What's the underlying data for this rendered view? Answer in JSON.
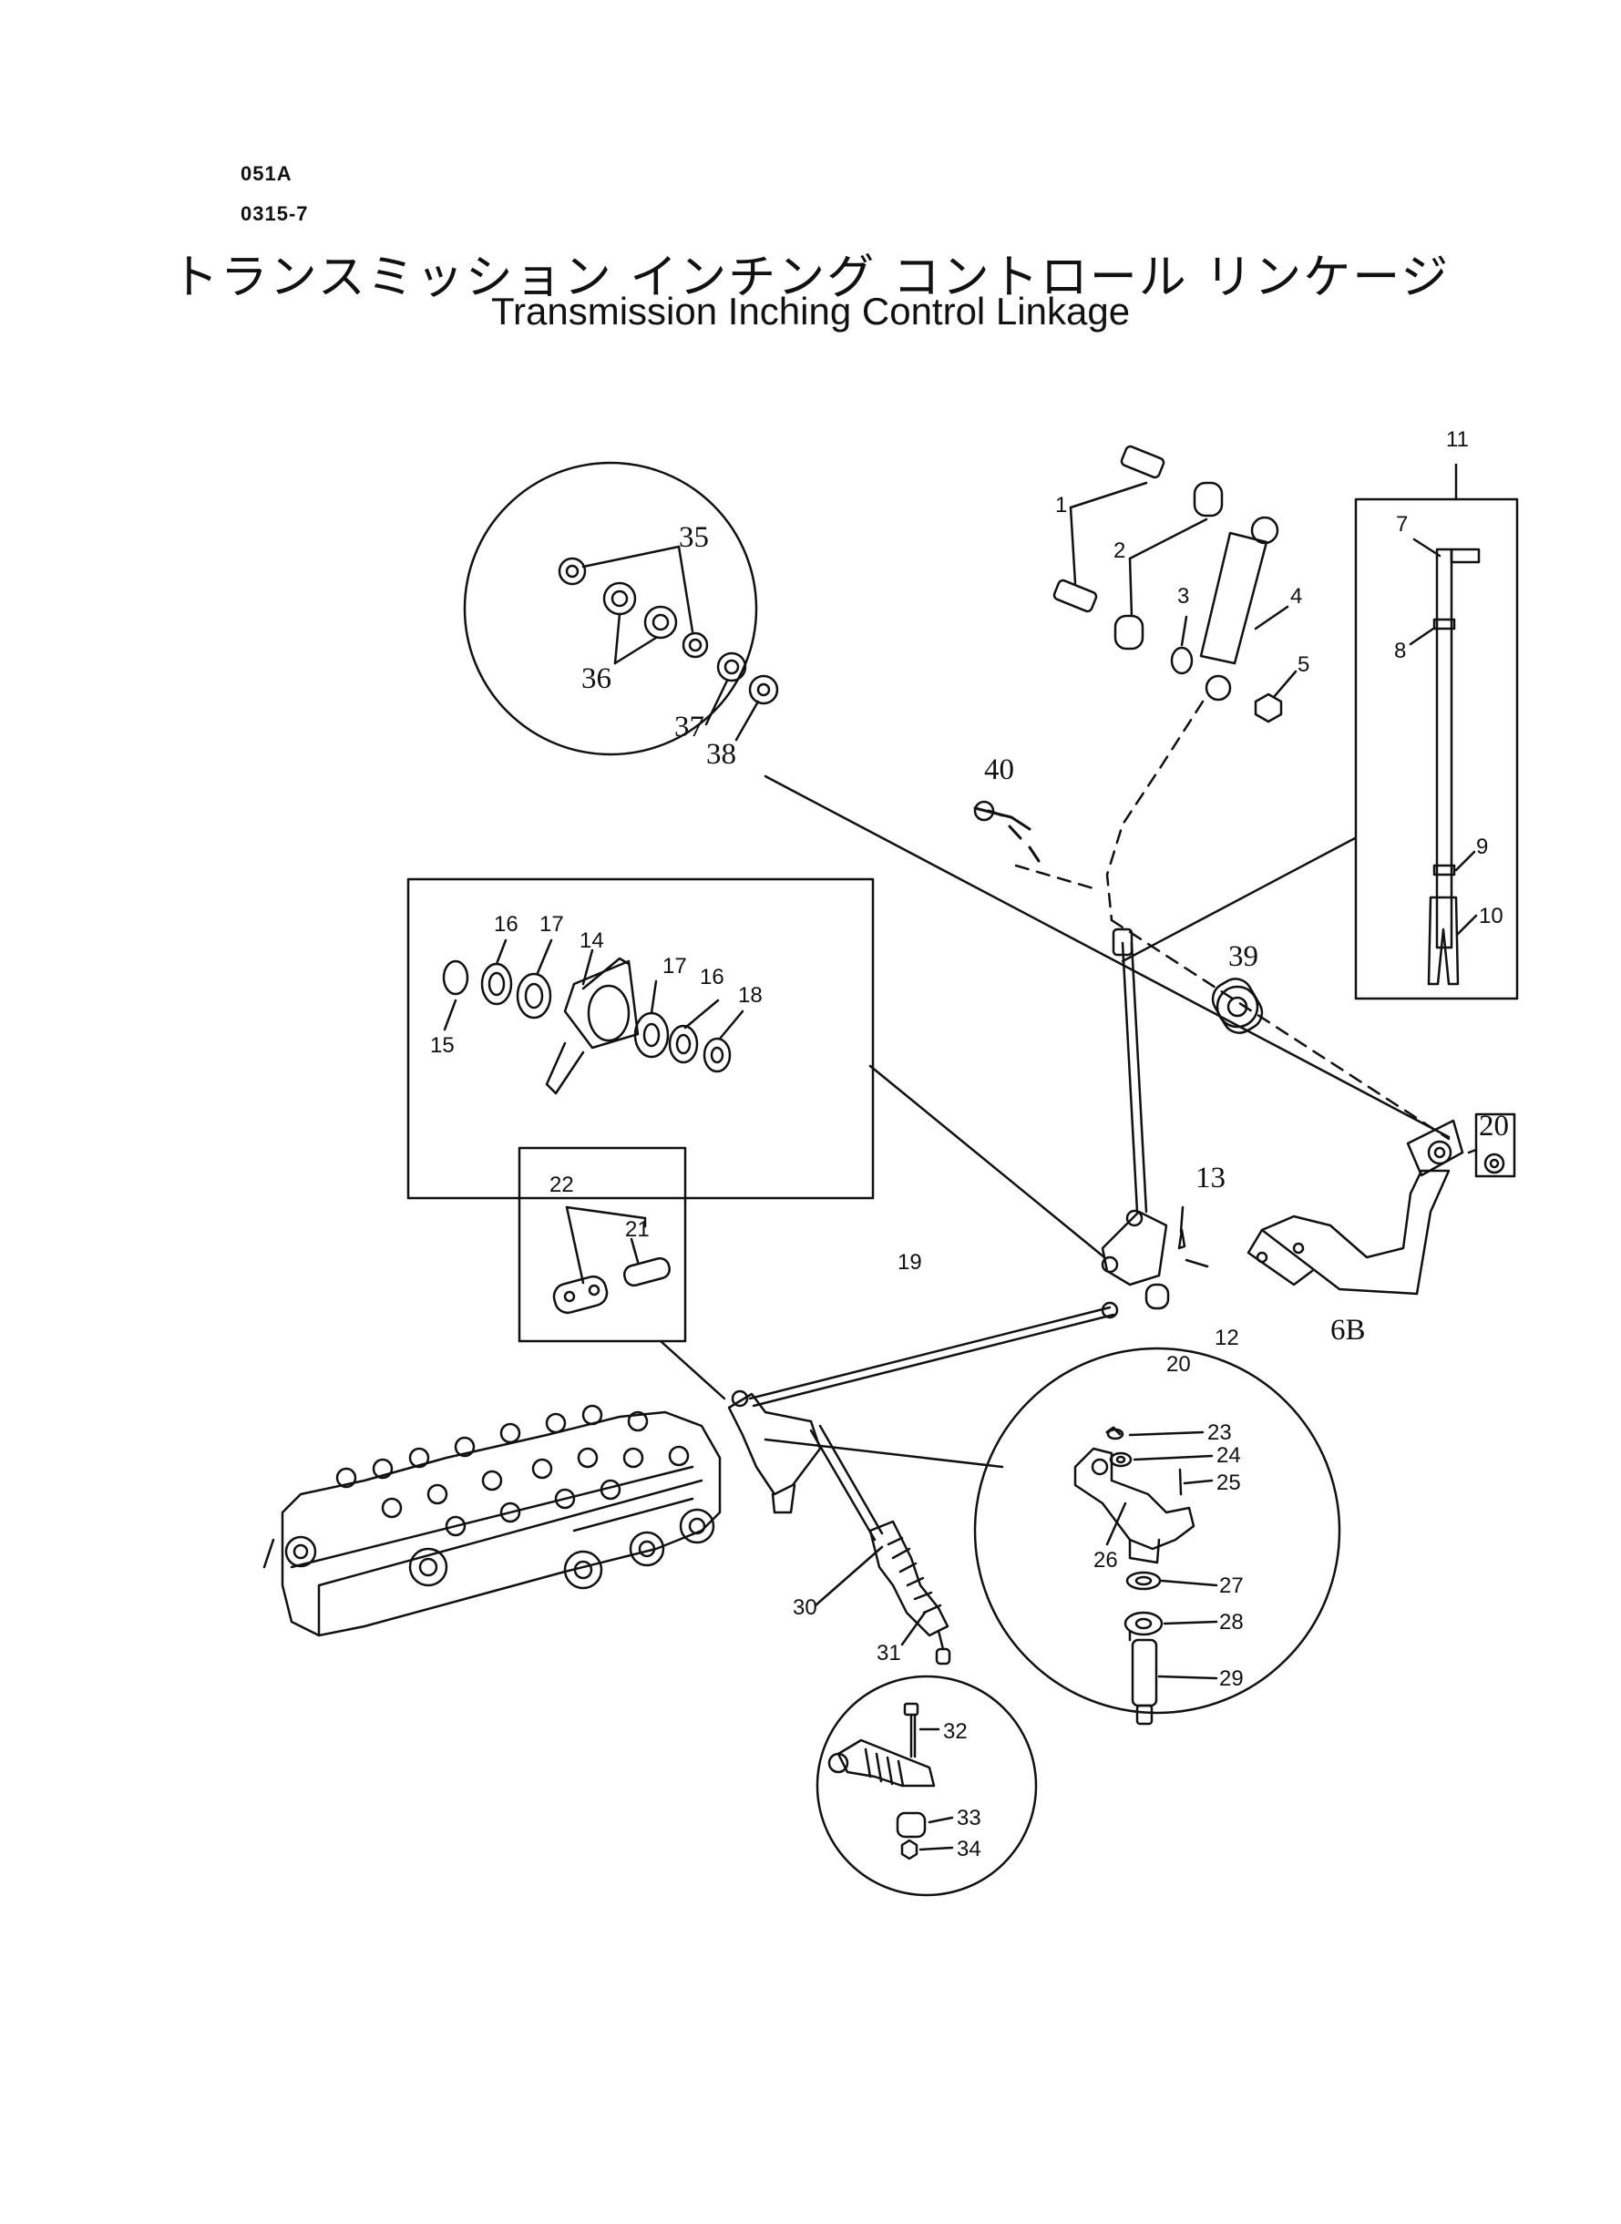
{
  "header": {
    "code_line1": "051A",
    "code_line2": "0315-7",
    "title_japanese": "トランスミッション インチング コントロール リンケージ",
    "title_english": "Transmission Inching Control Linkage"
  },
  "part_labels": {
    "p1": "1",
    "p2": "2",
    "p3": "3",
    "p4": "4",
    "p5": "5",
    "p6b": "6B",
    "p7": "7",
    "p8": "8",
    "p9": "9",
    "p10": "10",
    "p11": "11",
    "p12": "12",
    "p13": "13",
    "p14": "14",
    "p15": "15",
    "p16a": "16",
    "p16b": "16",
    "p17a": "17",
    "p17b": "17",
    "p18": "18",
    "p19": "19",
    "p20a": "20",
    "p20b": "20",
    "p21": "21",
    "p22": "22",
    "p23": "23",
    "p24": "24",
    "p25": "25",
    "p26": "26",
    "p27": "27",
    "p28": "28",
    "p29": "29",
    "p30": "30",
    "p31": "31",
    "p32": "32",
    "p33": "33",
    "p34": "34",
    "p35": "35",
    "p36": "36",
    "p37": "37",
    "p38": "38",
    "p39": "39",
    "p40": "40"
  }
}
